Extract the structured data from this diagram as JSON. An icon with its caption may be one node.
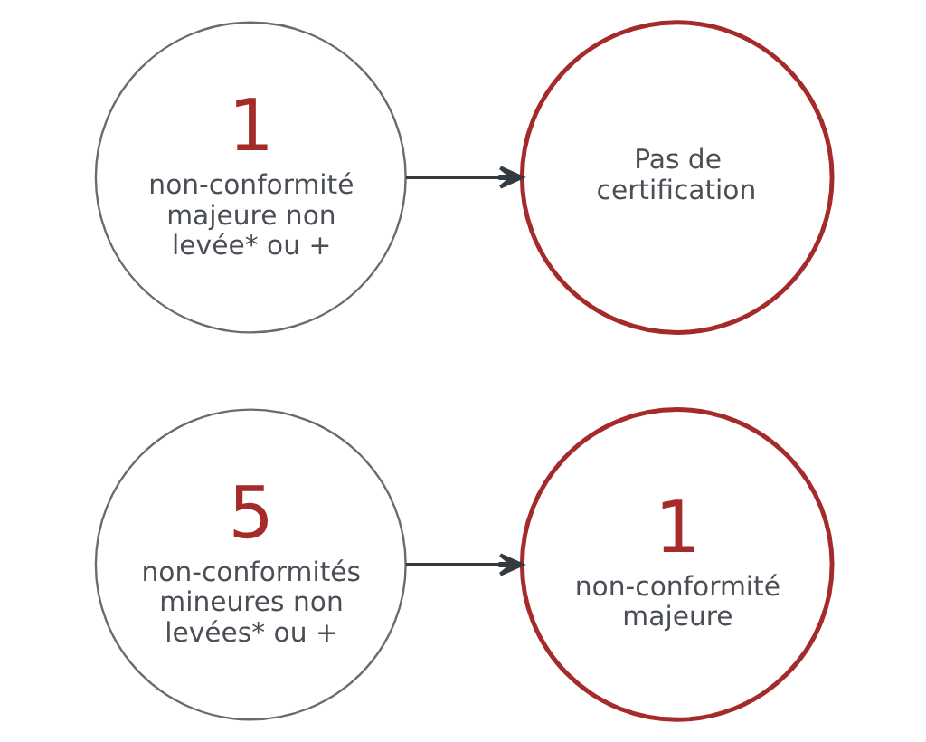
{
  "diagram": {
    "nodes": [
      {
        "text": [
          "5",
          "non-conformités mineures non levées* ou +"
        ]
      },
      {
        "text": [
          "1",
          "non-conformité majeure"
        ]
      },
      {
        "text": [
          "1",
          "non-conformité majeure non levée* ou +"
        ]
      },
      {
        "text": [
          "Pas de certification"
        ]
      }
    ],
    "edges": [
      {
        "from": 0,
        "to": 1,
        "arrow": "to"
      },
      {
        "from": 2,
        "to": 3,
        "arrow": "to"
      }
    ]
  }
}
